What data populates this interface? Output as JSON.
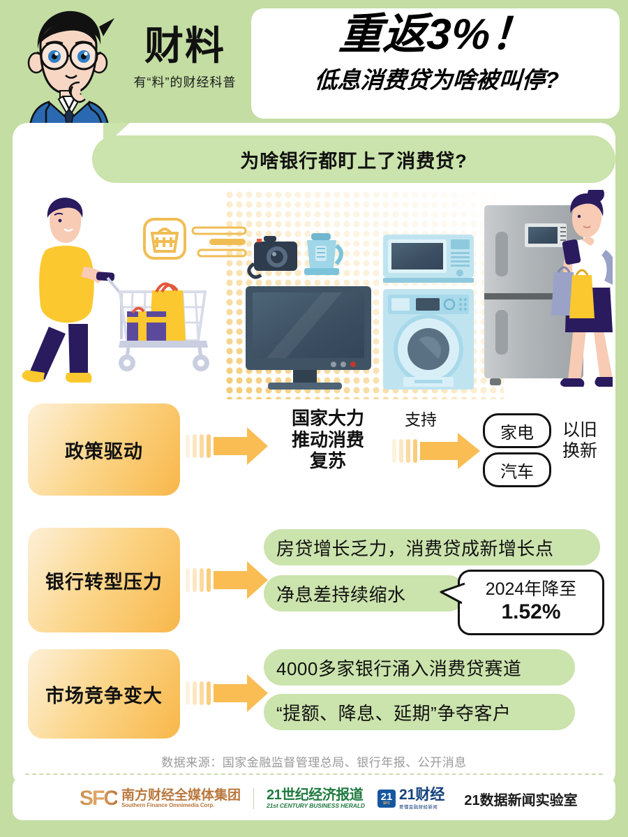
{
  "header": {
    "brand_title": "财料",
    "brand_subtitle": "有“料”的财经科普",
    "title_main": "重返3%！",
    "title_sub": "低息消费贷为啥被叫停?",
    "mascot_icon": "thinking-boy-mascot"
  },
  "question_banner": {
    "text": "为啥银行都盯上了消费贷?"
  },
  "illustration": {
    "alt": "shopper-with-cart-and-home-appliances",
    "items": [
      "shopping-cart-man",
      "basket-icon",
      "camera-icon",
      "kettle-icon",
      "microwave-icon",
      "tv-icon",
      "washing-machine-icon",
      "refrigerator-icon",
      "woman-with-phone-and-bags"
    ]
  },
  "rows": [
    {
      "label": "政策驱动",
      "arrow_icon": "right-arrow-icon",
      "mid_text": "国家大力\n推动消费\n复苏",
      "connector_label": "支持",
      "arrow2_icon": "right-arrow-icon",
      "pills": [
        "家电",
        "汽车"
      ],
      "swap_text": "以旧\n换新"
    },
    {
      "label": "银行转型压力",
      "arrow_icon": "right-arrow-icon",
      "items": [
        "房贷增长乏力，消费贷成新增长点",
        "净息差持续缩水"
      ],
      "callout": {
        "line1": "2024年降至",
        "line2": "1.52%"
      }
    },
    {
      "label": "市场竞争变大",
      "arrow_icon": "right-arrow-icon",
      "items": [
        "4000多家银行涌入消费贷赛道",
        "“提额、降息、延期”争夺客户"
      ]
    }
  ],
  "footer": {
    "source": "数据来源：国家金融监督管理总局、银行年报、公开消息",
    "logos": {
      "sfc_mark": "SFC",
      "sfc_cn": "南方财经全媒体集团",
      "sfc_en": "Southern Finance Omnimedia Corp.",
      "herald_cn": "21世纪经济报道",
      "herald_en": "21st CENTURY BUSINESS HERALD",
      "caijing_badge": "21",
      "caijing_badge_sub": "SFC",
      "caijing_cn": "21财经",
      "caijing_en": "要懂金融财经新闻",
      "lab": "21数据新闻实验室"
    }
  },
  "colors": {
    "frame_green": "#c3dda3",
    "pill_green": "#cbe3ac",
    "accent_orange": "#f7b84b",
    "label_gradient_start": "#fdf0d8",
    "label_gradient_end": "#f8b74a",
    "text_dark": "#111111",
    "source_gray": "#9a9a9a"
  }
}
